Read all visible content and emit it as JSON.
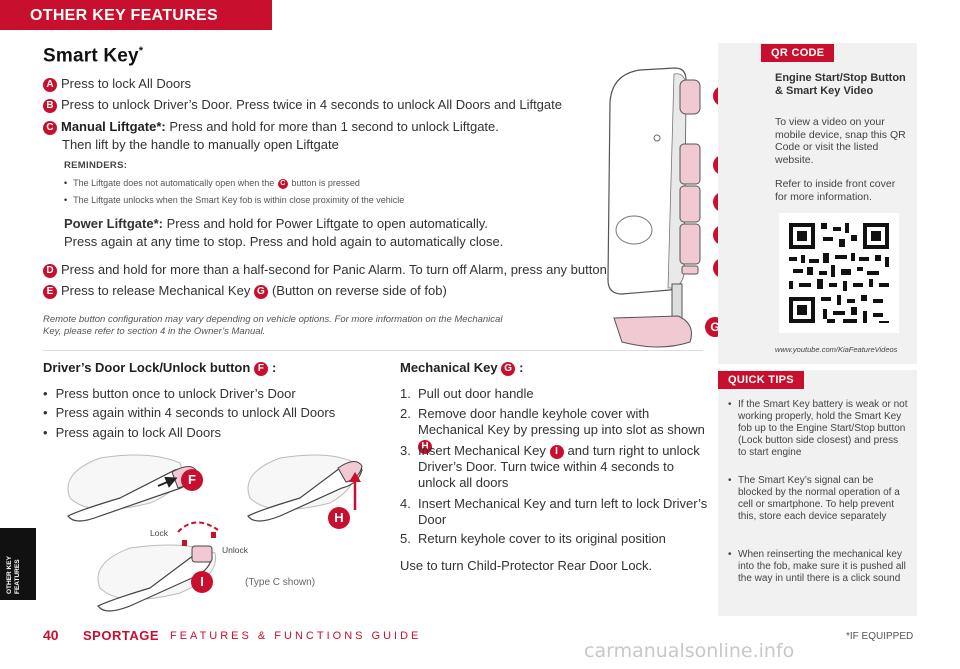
{
  "header": {
    "banner": "OTHER KEY FEATURES",
    "side_tab": "OTHER KEY FEATURES"
  },
  "title": {
    "text": "Smart Key",
    "asterisk": "*"
  },
  "items": {
    "a": {
      "letter": "A",
      "text": "Press to lock All Doors"
    },
    "b": {
      "letter": "B",
      "text": "Press to unlock Driver’s Door. Press twice in 4 seconds to unlock All Doors and Liftgate"
    },
    "c": {
      "letter": "C",
      "bold": "Manual Liftgate*:",
      "text": " Press and hold for more than 1 second to unlock Liftgate.",
      "text2": "Then lift by the handle to manually open Liftgate"
    },
    "d": {
      "letter": "D",
      "text": "Press and hold for more than a half-second for Panic Alarm. To turn off Alarm, press any button"
    },
    "e": {
      "letter": "E",
      "text": "Press to release Mechanical Key",
      "ref": "G",
      "tail": "(Button on reverse side of fob)"
    }
  },
  "reminders": {
    "title": "REMINDERS:",
    "r1_pre": "The Liftgate does not automatically open when the",
    "r1_ref": "C",
    "r1_post": "button is pressed",
    "r2": "The Liftgate unlocks when the Smart Key fob is within close proximity of the vehicle"
  },
  "power_liftgate": {
    "bold": "Power Liftgate*:",
    "line1": " Press and hold for Power Liftgate to open automatically.",
    "line2": "Press again at any time to stop. Press and hold again to automatically close."
  },
  "disclaimer": "Remote button configuration may vary depending on vehicle options. For more information on the Mechanical Key, please refer to section 4 in the Owner’s Manual.",
  "door_lock": {
    "title": "Driver’s Door Lock/Unlock button",
    "ref": "F",
    "colon": ":",
    "bullets": [
      "Press button once to unlock Driver’s Door",
      "Press again within 4 seconds to unlock All Doors",
      "Press again to lock All Doors"
    ]
  },
  "mechanical_key": {
    "title": "Mechanical Key",
    "ref": "G",
    "colon": ":",
    "steps": [
      {
        "num": "1.",
        "text": "Pull out door handle"
      },
      {
        "num": "2.",
        "text": "Remove door handle keyhole cover with Mechanical Key by pressing up into slot as shown",
        "ref": "H"
      },
      {
        "num": "3.",
        "pre": "Insert Mechanical Key",
        "ref": "I",
        "text": "and turn right to unlock Driver’s Door. Turn twice within 4 seconds to unlock all doors"
      },
      {
        "num": "4.",
        "text": "Insert Mechanical Key and turn left to lock Driver’s Door"
      },
      {
        "num": "5.",
        "text": "Return keyhole cover to its original position"
      }
    ],
    "footer": "Use to turn Child-Protector Rear Door Lock."
  },
  "figures": {
    "fob_callouts": [
      "A",
      "B",
      "C",
      "D",
      "E",
      "G"
    ],
    "handle_callouts": {
      "f": "F",
      "h": "H",
      "i": "I"
    },
    "lock_label": "Lock",
    "unlock_label": "Unlock",
    "type_note": "(Type C shown)"
  },
  "qr_panel": {
    "tag": "QR CODE",
    "title": "Engine Start/Stop Button & Smart Key Video",
    "body1": "To view a video on your mobile device, snap this QR Code or visit the listed website.",
    "body2": "Refer to inside front cover for more information.",
    "url": "www.youtube.com/KiaFeatureVideos"
  },
  "quick_tips": {
    "tag": "QUICK TIPS",
    "tips": [
      "If the Smart Key battery is weak or not working properly, hold the Smart Key fob up to the Engine Start/Stop button (Lock button side closest) and press to start engine",
      "The Smart Key’s signal can be blocked by the normal operation of a cell or smartphone. To help prevent this, store each device separately",
      "When reinserting the mechanical key into the fob, make sure it is pushed all the way in until there is a click sound"
    ]
  },
  "footer": {
    "page": "40",
    "brand": "SPORTAGE",
    "guide": "FEATURES & FUNCTIONS GUIDE",
    "note": "*IF EQUIPPED",
    "watermark": "carmanualsonline.info"
  },
  "colors": {
    "accent": "#c8102e",
    "panel": "#f1f1f1",
    "fob_pink": "#f0c9d2"
  }
}
